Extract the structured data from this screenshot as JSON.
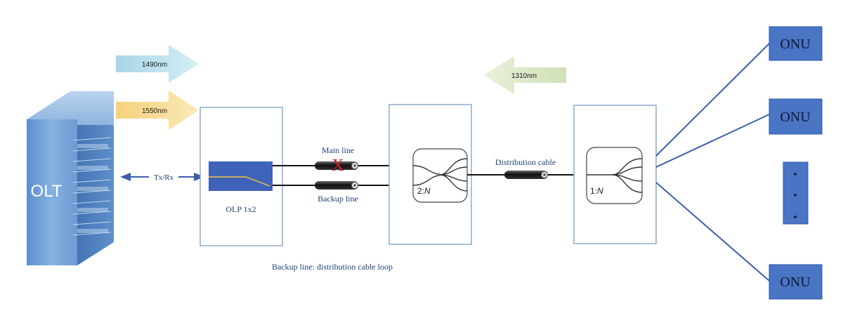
{
  "olt": {
    "label": "OLT"
  },
  "wavelengths": {
    "down_1490": {
      "label": "1490nm",
      "color": "#bfe3ec"
    },
    "down_1550": {
      "label": "1550nm",
      "color": "#f8dc96"
    },
    "up_1310": {
      "label": "1310nm",
      "color": "#dce8cc"
    }
  },
  "txrx": {
    "label": "Tx/Rx"
  },
  "olp": {
    "label": "OLP 1x2"
  },
  "lines": {
    "main_label": "Main line",
    "backup_label": "Backup line",
    "fault_mark": "X",
    "distribution_label": "Distribution cable"
  },
  "splitters": {
    "primary_ratio": "2:",
    "primary_n": "N",
    "secondary_ratio": "1:",
    "secondary_n": "N"
  },
  "onus": [
    {
      "label": "ONU"
    },
    {
      "label": "ONU"
    },
    {
      "label": "ONU"
    }
  ],
  "caption": "Backup line: distribution cable loop",
  "colors": {
    "box_border": "#8aaccb",
    "link_blue": "#3b5ea8",
    "onu_fill": "#4a74c4",
    "olt_body": "#6f9fd2",
    "fault_red": "#d42020"
  }
}
